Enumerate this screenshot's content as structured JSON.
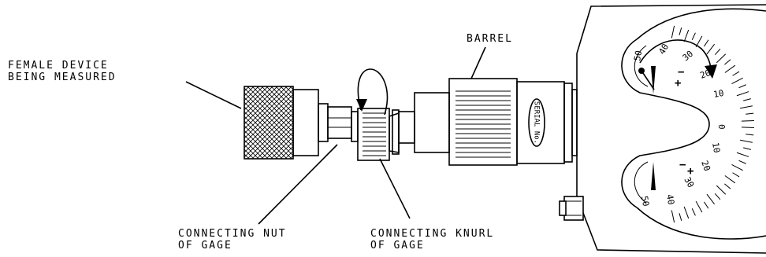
{
  "labels": {
    "female_device": [
      "FEMALE DEVICE",
      "BEING MEASURED"
    ],
    "barrel": "BARREL",
    "connecting_nut": [
      "CONNECTING NUT",
      "OF GAGE"
    ],
    "connecting_knurl": [
      "CONNECTING KNURL",
      "OF GAGE"
    ],
    "serial": "SERIAL No."
  },
  "dial": {
    "upper_scale": [
      "50",
      "40",
      "30",
      "20",
      "10",
      "0"
    ],
    "lower_scale": [
      "10",
      "20",
      "30",
      "40",
      "50"
    ],
    "upper_signs": [
      "+",
      "−"
    ],
    "lower_signs": [
      "−",
      "+"
    ]
  }
}
